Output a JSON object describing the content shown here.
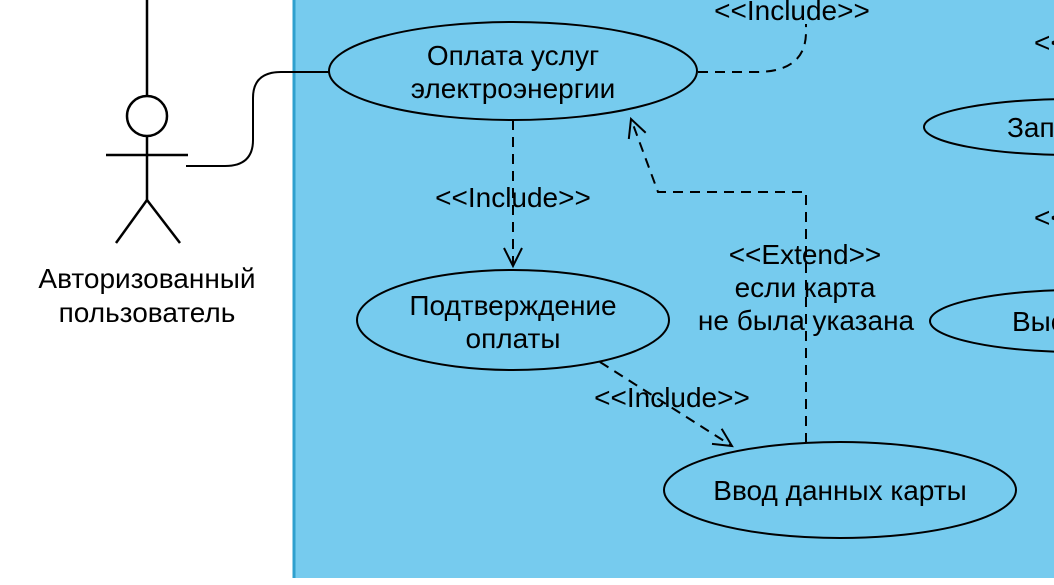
{
  "diagram": {
    "colors": {
      "system_fill": "#76CBEE",
      "boundary_line": "#2FA0CE",
      "shape_stroke": "#000000"
    },
    "actor": {
      "name_line1": "Авторизованный",
      "name_line2": "пользователь"
    },
    "use_cases": {
      "pay_line1": "Оплата услуг",
      "pay_line2": "электроэнергии",
      "confirm_line1": "Подтверждение",
      "confirm_line2": "оплаты",
      "card_entry": "Ввод данных карты",
      "partial_right_top": "Зап",
      "partial_right_bottom": "Выс"
    },
    "edge_labels": {
      "include_top": "<<Include>>",
      "include_middle": "<<Include>>",
      "include_lower": "<<Include>>",
      "extend_line1": "<<Extend>>",
      "extend_line2": "если карта",
      "extend_line3": "не была указана",
      "clipped_top_right": "<<",
      "clipped_middle_right": "<<"
    }
  }
}
